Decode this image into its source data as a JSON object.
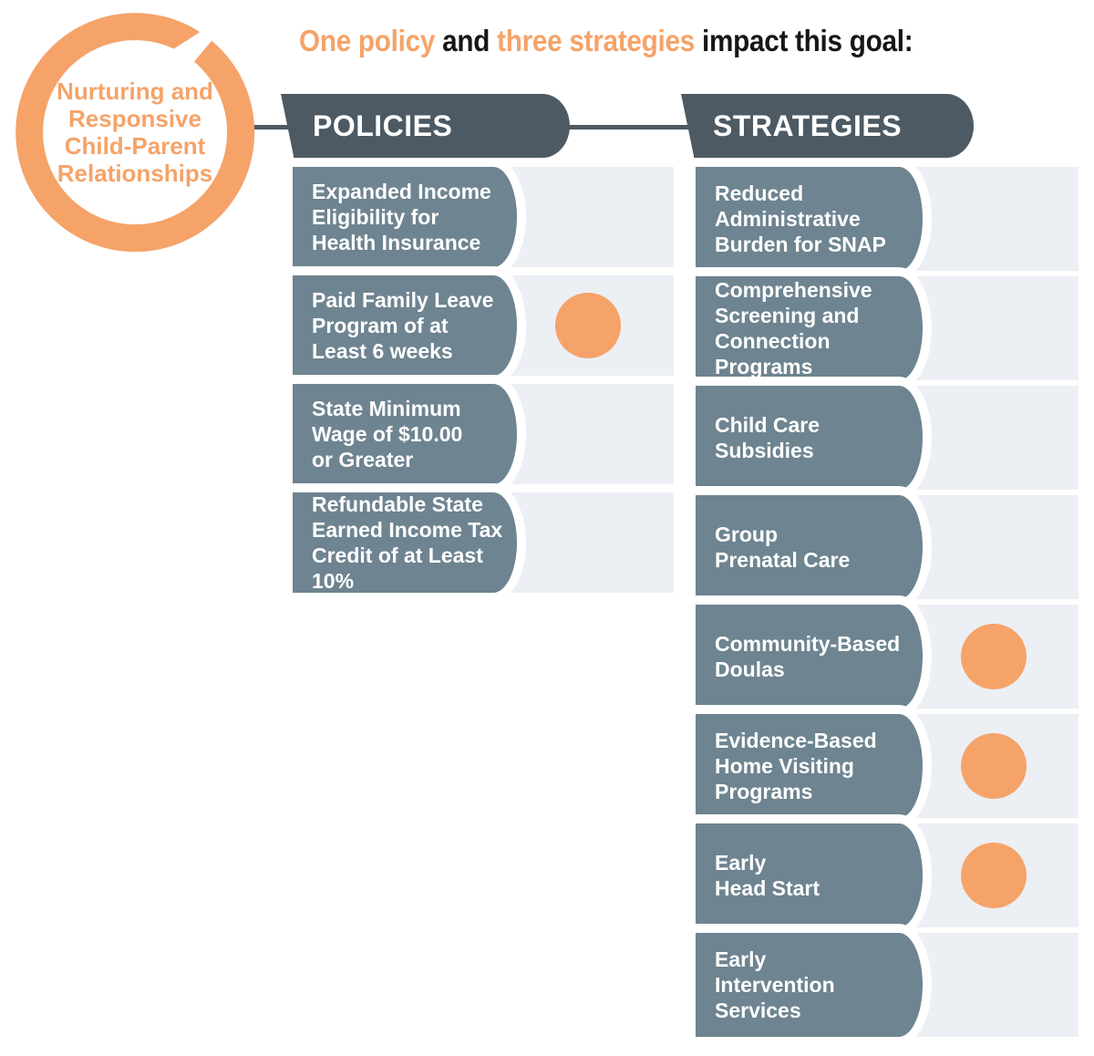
{
  "title": {
    "segments": [
      {
        "text": "One policy ",
        "emphasis": true
      },
      {
        "text": "and ",
        "emphasis": false
      },
      {
        "text": "three strategies ",
        "emphasis": true
      },
      {
        "text": "impact this goal:",
        "emphasis": false
      }
    ]
  },
  "goal": {
    "lines": [
      "Nurturing and",
      "Responsive",
      "Child-Parent",
      "Relationships"
    ]
  },
  "policies": {
    "header": "POLICIES",
    "items": [
      {
        "lines": [
          "Expanded Income",
          "Eligibility for",
          "Health Insurance"
        ],
        "highlighted": false
      },
      {
        "lines": [
          "Paid Family Leave",
          "Program of at",
          "Least 6 weeks"
        ],
        "highlighted": true
      },
      {
        "lines": [
          "State Minimum",
          "Wage of $10.00",
          "or Greater"
        ],
        "highlighted": false
      },
      {
        "lines": [
          "Refundable State",
          "Earned Income Tax",
          "Credit of at Least 10%"
        ],
        "highlighted": false
      }
    ]
  },
  "strategies": {
    "header": "STRATEGIES",
    "items": [
      {
        "lines": [
          "Reduced",
          "Administrative",
          "Burden for SNAP"
        ],
        "highlighted": false
      },
      {
        "lines": [
          "Comprehensive",
          "Screening and",
          "Connection Programs"
        ],
        "highlighted": false
      },
      {
        "lines": [
          "Child Care",
          "Subsidies"
        ],
        "highlighted": false
      },
      {
        "lines": [
          "Group",
          "Prenatal Care"
        ],
        "highlighted": false
      },
      {
        "lines": [
          "Community-Based",
          "Doulas"
        ],
        "highlighted": true
      },
      {
        "lines": [
          "Evidence-Based",
          "Home Visiting",
          "Programs"
        ],
        "highlighted": true
      },
      {
        "lines": [
          "Early",
          "Head Start"
        ],
        "highlighted": true
      },
      {
        "lines": [
          "Early",
          "Intervention",
          "Services"
        ],
        "highlighted": false
      }
    ]
  },
  "colors": {
    "accent": "#F5A369",
    "slate_dark": "#4D5A64",
    "slate_mid": "#6E8490",
    "row_light": "#ECEFF4",
    "title_dark": "#161616",
    "text_light": "#FFFFFF"
  }
}
